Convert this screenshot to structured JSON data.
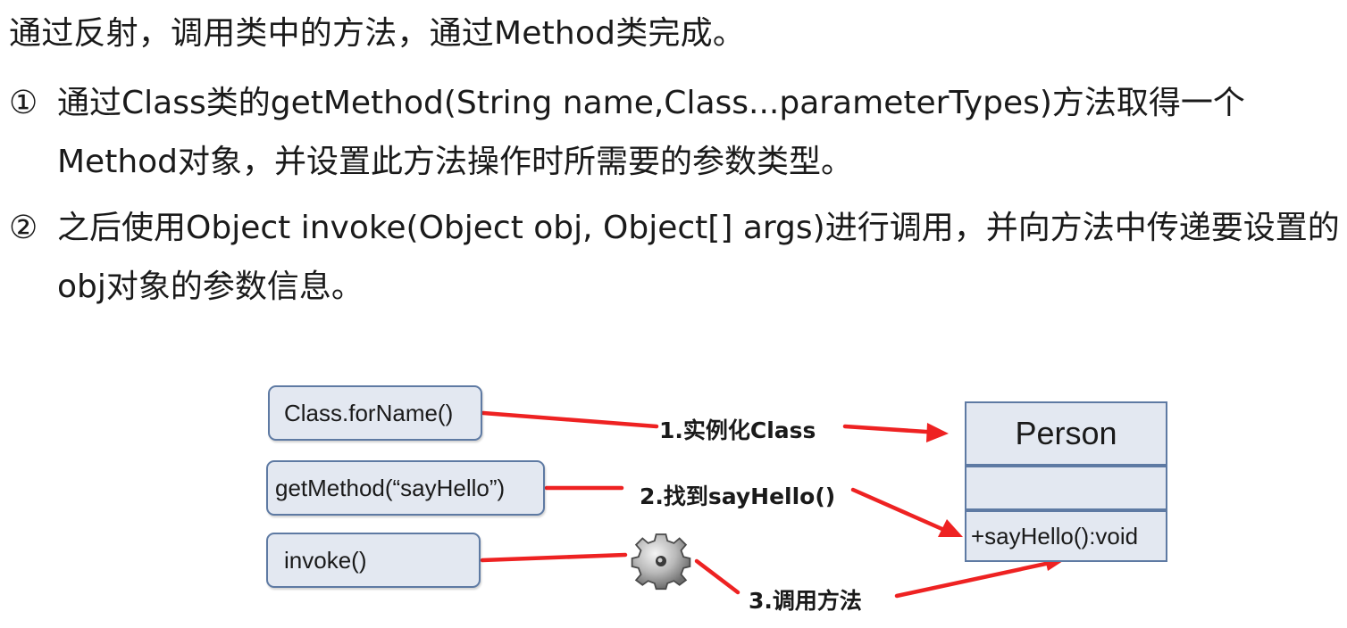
{
  "intro": "通过反射，调用类中的方法，通过Method类完成。",
  "steps": [
    {
      "number": "①",
      "text": "通过Class类的getMethod(String name,Class...parameterTypes)方法取得一个Method对象，并设置此方法操作时所需要的参数类型。"
    },
    {
      "number": "②",
      "text": "之后使用Object invoke(Object obj, Object[] args)进行调用，并向方法中传递要设置的obj对象的参数信息。"
    }
  ],
  "diagram": {
    "boxes": {
      "forname": "Class.forName()",
      "getmethod": "getMethod(“sayHello”)",
      "invoke": "invoke()"
    },
    "labels": {
      "step1": "1.实例化Class",
      "step2": "2.找到sayHello()",
      "step3": "3.调用方法"
    },
    "class_box": {
      "name": "Person",
      "method": "+sayHello():void"
    },
    "colors": {
      "arrow": "#ee2222",
      "box_fill": "#e3e8f1",
      "box_border": "#5e7aa3"
    },
    "icons": [
      "gear-icon"
    ]
  }
}
